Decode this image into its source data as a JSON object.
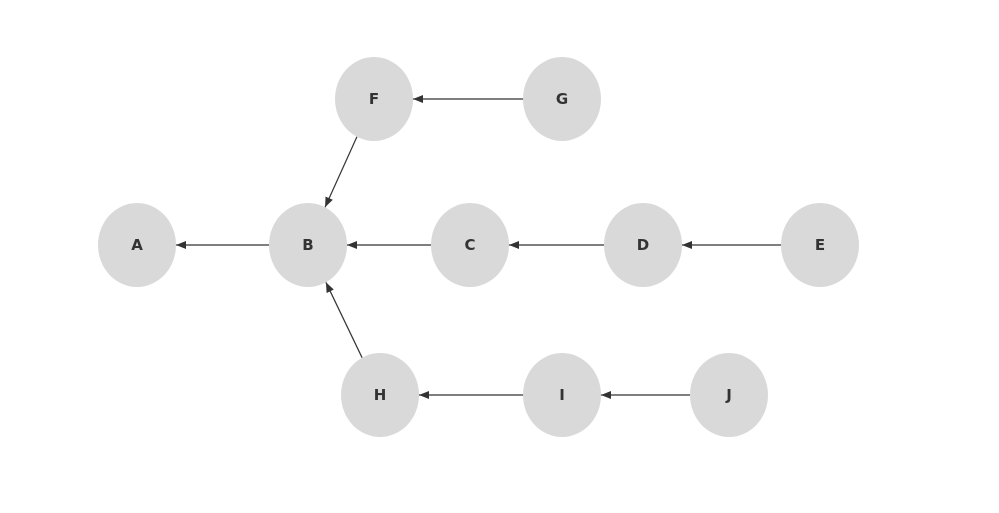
{
  "colors": {
    "node_fill": "#d9d9d9",
    "node_text": "#333333",
    "edge": "#333333",
    "background": "#ffffff"
  },
  "nodes": [
    {
      "id": "A",
      "label": "A"
    },
    {
      "id": "B",
      "label": "B"
    },
    {
      "id": "C",
      "label": "C"
    },
    {
      "id": "D",
      "label": "D"
    },
    {
      "id": "E",
      "label": "E"
    },
    {
      "id": "F",
      "label": "F"
    },
    {
      "id": "G",
      "label": "G"
    },
    {
      "id": "H",
      "label": "H"
    },
    {
      "id": "I",
      "label": "I"
    },
    {
      "id": "J",
      "label": "J"
    }
  ],
  "edges": [
    {
      "from": "G",
      "to": "F"
    },
    {
      "from": "F",
      "to": "B"
    },
    {
      "from": "B",
      "to": "A"
    },
    {
      "from": "C",
      "to": "B"
    },
    {
      "from": "D",
      "to": "C"
    },
    {
      "from": "E",
      "to": "D"
    },
    {
      "from": "H",
      "to": "B"
    },
    {
      "from": "I",
      "to": "H"
    },
    {
      "from": "J",
      "to": "I"
    }
  ]
}
